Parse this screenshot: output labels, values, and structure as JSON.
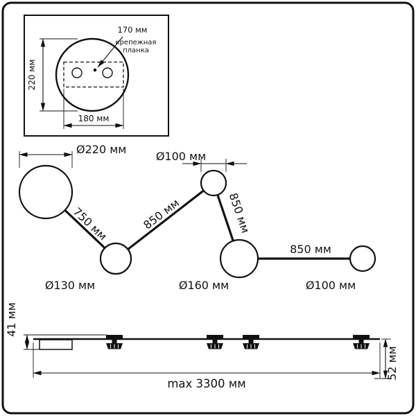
{
  "colors": {
    "line": "#111111",
    "background": "#ffffff"
  },
  "inset": {
    "dim_bracket_width": "170 мм",
    "bracket_label_line1": "крепежная",
    "bracket_label_line2": "планка",
    "dim_plate_height": "220 мм",
    "dim_holes_width": "180 мм"
  },
  "plan": {
    "dia_large": "Ø220 мм",
    "dia_top": "Ø100 мм",
    "arm1": "750 мм",
    "arm2": "850 мм",
    "arm3": "850 мм",
    "arm4": "850 мм",
    "dia_130": "Ø130 мм",
    "dia_160": "Ø160 мм",
    "dia_right": "Ø100 мм"
  },
  "side": {
    "height_canopy": "41 мм",
    "height_head": "52 мм",
    "length_max": "max 3300 мм"
  }
}
